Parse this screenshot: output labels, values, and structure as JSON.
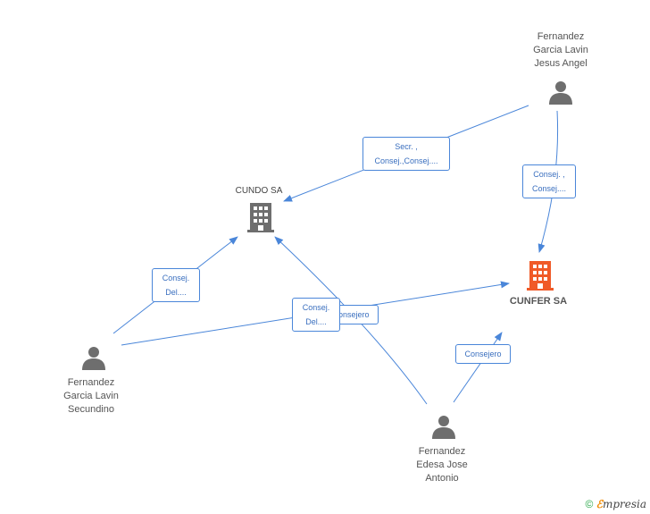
{
  "colors": {
    "edge": "#4a86d9",
    "person_icon": "#6e6e6e",
    "company_icon": "#6e6e6e",
    "main_company_icon": "#f05a28"
  },
  "nodes": {
    "fernandez_jesus": {
      "label": "Fernandez\nGarcia Lavin\nJesus Angel",
      "icon": "person-icon"
    },
    "cundo": {
      "label": "CUNDO SA",
      "icon": "building-icon"
    },
    "cunfer": {
      "label": "CUNFER SA",
      "icon": "building-icon"
    },
    "fernandez_secundino": {
      "label": "Fernandez\nGarcia Lavin\nSecundino",
      "icon": "person-icon"
    },
    "fernandez_edesa": {
      "label": "Fernandez\nEdesa Jose\nAntonio",
      "icon": "person-icon"
    }
  },
  "edges": {
    "jesus_cundo": {
      "line1": "Secr. ,",
      "line2": "Consej.,Consej...."
    },
    "jesus_cunfer": {
      "line1": "Consej. ,",
      "line2": "Consej...."
    },
    "secundino_cundo": {
      "line1": "Consej.",
      "line2": "Del...."
    },
    "secundino_cunfer": {
      "line1": "Consej.",
      "line2": "Del...."
    },
    "edesa_cundo": {
      "line1": "Consejero"
    },
    "edesa_cunfer": {
      "line1": "Consejero"
    }
  },
  "footer": {
    "copyright_symbol": "©",
    "brand_first": "ℰ",
    "brand_rest": "mpresia"
  }
}
